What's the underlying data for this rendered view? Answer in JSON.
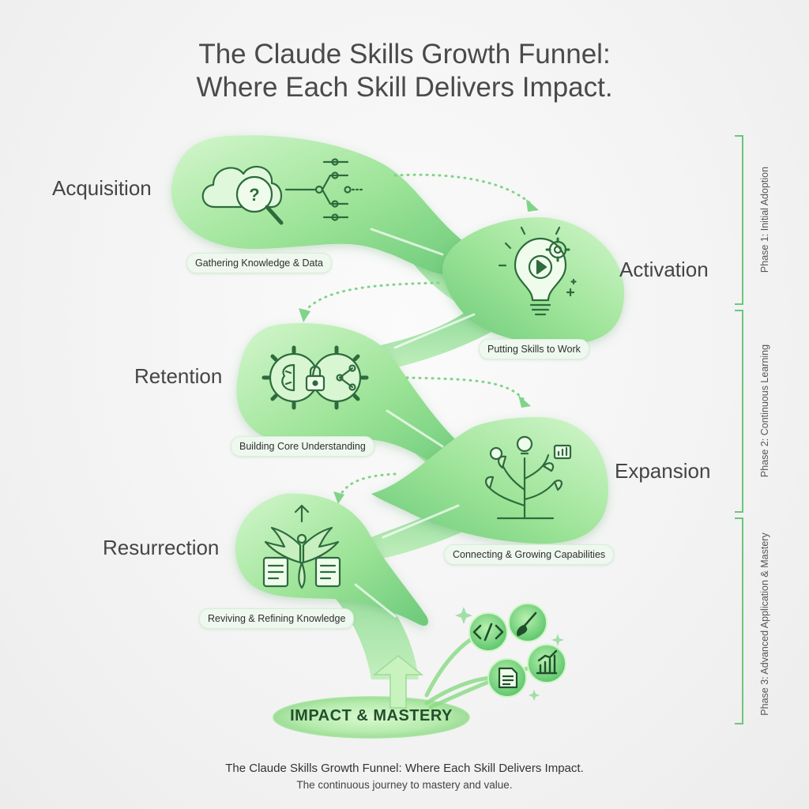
{
  "title": {
    "line1": "The Claude Skills Growth Funnel:",
    "line2": "Where Each Skill Delivers Impact."
  },
  "stages": [
    {
      "name": "Acquisition",
      "caption": "Gathering Knowledge & Data",
      "icon": "cloud-magnifier-icon"
    },
    {
      "name": "Activation",
      "caption": "Putting Skills to Work",
      "icon": "lightbulb-gear-icon"
    },
    {
      "name": "Retention",
      "caption": "Building Core Understanding",
      "icon": "brain-lock-gears-icon"
    },
    {
      "name": "Expansion",
      "caption": "Connecting & Growing Capabilities",
      "icon": "growth-tree-icon"
    },
    {
      "name": "Resurrection",
      "caption": "Reviving & Refining Knowledge",
      "icon": "phoenix-scrolls-icon"
    }
  ],
  "phases": [
    "Phase 1: Initial Adoption",
    "Phase 2: Continuous Learning",
    "Phase 3: Advanced Application & Mastery"
  ],
  "impact": {
    "label": "IMPACT & MASTERY",
    "icons": [
      "code-icon",
      "paintbrush-icon",
      "document-icon",
      "bar-chart-icon"
    ]
  },
  "footer": {
    "caption": "The Claude Skills Growth Funnel: Where Each Skill Delivers Impact.",
    "subcaption": "The continuous journey to mastery and value."
  },
  "colors": {
    "green_light": "#c9f3c2",
    "green_mid": "#8fdc8a",
    "green_dark": "#5fbd72",
    "icon_stroke": "#2e6b3c",
    "phase_line": "#6cc77c"
  }
}
